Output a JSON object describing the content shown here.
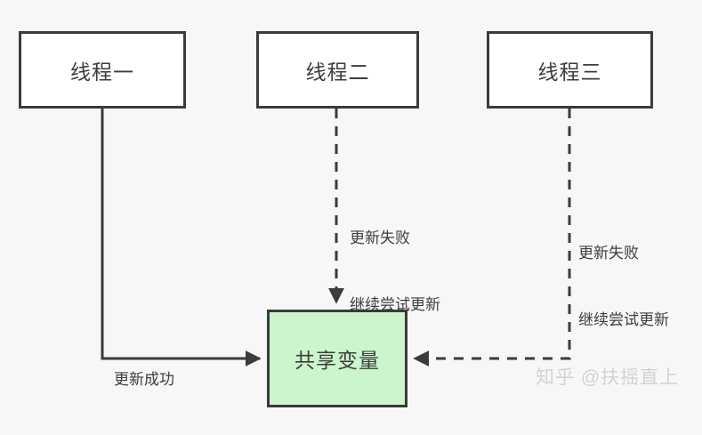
{
  "diagram": {
    "title_nodes": {
      "thread1": "线程一",
      "thread2": "线程二",
      "thread3": "线程三",
      "shared": "共享变量"
    },
    "edges": {
      "thread1_to_shared": {
        "label": "更新成功",
        "style": "solid",
        "arrow": "right"
      },
      "thread2_to_shared": {
        "label_line1": "更新失败",
        "label_line2": "继续尝试更新",
        "style": "dashed",
        "arrow": "down"
      },
      "thread3_to_shared": {
        "label_line1": "更新失败",
        "label_line2": "继续尝试更新",
        "style": "dashed",
        "arrow": "left"
      }
    },
    "colors": {
      "background": "#f7f7f7",
      "node_border": "#3b3b3b",
      "node_fill": "#ffffff",
      "shared_fill": "#ccf5cd",
      "text": "#3d3d3d",
      "watermark": "#d2d2d2"
    },
    "watermark": "知乎 @扶摇直上"
  }
}
